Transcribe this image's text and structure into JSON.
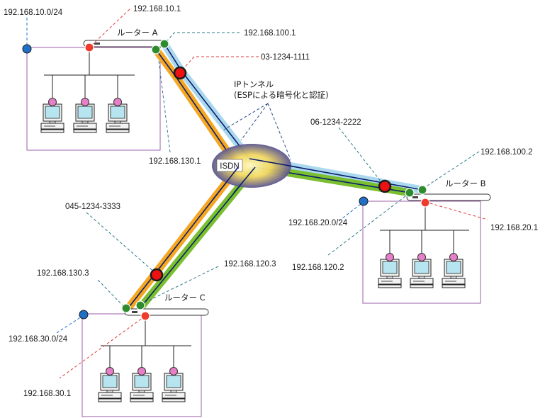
{
  "cloud": {
    "label": "ISDN"
  },
  "tunnel": {
    "line1": "IPトンネル",
    "line2": "(ESPによる暗号化と認証)"
  },
  "router_a": {
    "name": "ルーター A",
    "lan_address": "192.168.10.1",
    "network": "192.168.10.0/24",
    "addr_blue": "192.168.100.1",
    "addr_orange": "192.168.130.1",
    "phone": "03-1234-1111"
  },
  "router_b": {
    "name": "ルーター B",
    "lan_address": "192.168.20.1",
    "network": "192.168.20.0/24",
    "addr_blue": "192.168.100.2",
    "addr_green": "192.168.120.2",
    "phone": "06-1234-2222"
  },
  "router_c": {
    "name": "ルーター C",
    "lan_address": "192.168.30.1",
    "network": "192.168.30.0/24",
    "addr_orange": "192.168.130.3",
    "addr_green": "192.168.120.3",
    "phone": "045-1234-3333"
  },
  "colors": {
    "blue_path": "#a9d8ef",
    "orange_path": "#f5a623",
    "green_path": "#79bf2f",
    "tunnel_line": "#0b1e6b",
    "lan_node": "#ee3b2b",
    "wan_node": "#2e8b2e",
    "net_node": "#1f6fc6",
    "isdn_node": "#ee1111",
    "lan_box": "#9b5fa8",
    "pc_head": "#e77fc8"
  }
}
